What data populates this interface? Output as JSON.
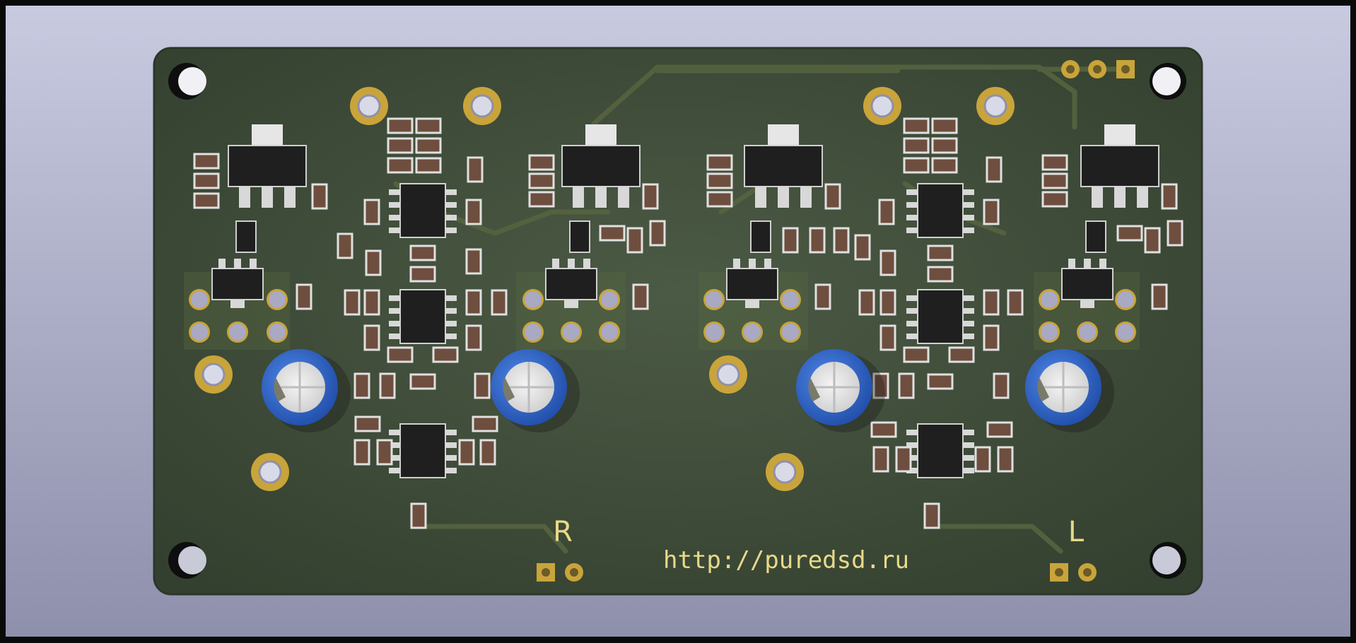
{
  "board": {
    "silkscreen_url": "http://puredsd.ru",
    "channel_right_label": "R",
    "channel_left_label": "L"
  },
  "colors": {
    "frame": "#0a0a0a",
    "background_top": "#c8cae0",
    "background_bottom": "#8e90ac",
    "pcb": "#3d4a3a",
    "pcb_edge": "#2c3629",
    "trace": "#56633f",
    "silk": "#e8d98a",
    "gold": "#c9a43a",
    "ic_body": "#1f1f1f",
    "lead": "#d8d8d8",
    "smd_body": "#6e4e3e",
    "cap_blue": "#2e66c9",
    "cap_top": "#e4e4e4"
  },
  "icons": {
    "mounting_hole": "mounting-hole-icon",
    "via": "via-icon",
    "electrolytic_capacitor": "electrolytic-capacitor-icon",
    "ic_chip": "ic-chip-icon"
  }
}
